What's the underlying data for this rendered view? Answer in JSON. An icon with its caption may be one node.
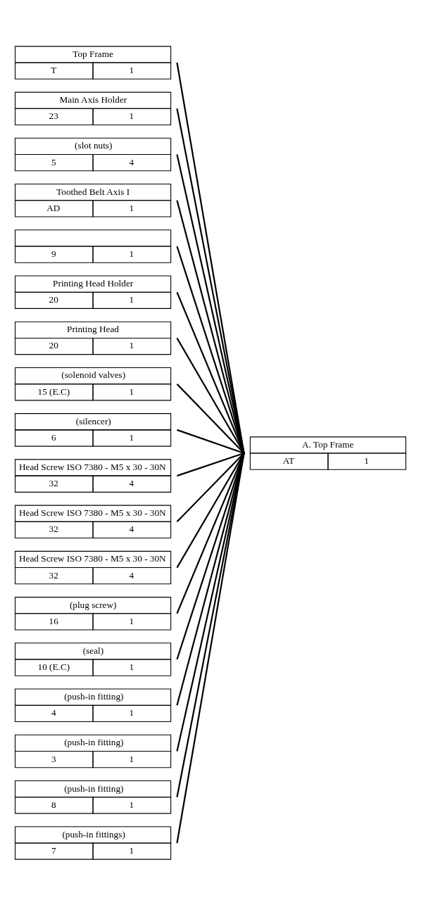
{
  "diagram": {
    "nodes": [
      {
        "text": [
          "Top Frame",
          "T",
          "1"
        ]
      },
      {
        "text": [
          "Main Axis Holder",
          "23",
          "1"
        ]
      },
      {
        "text": [
          "(slot nuts)",
          "5",
          "4"
        ]
      },
      {
        "text": [
          "Toothed Belt Axis I",
          "AD",
          "1"
        ]
      },
      {
        "text": [
          "9",
          "1"
        ]
      },
      {
        "text": [
          "Printing Head Holder",
          "20",
          "1"
        ]
      },
      {
        "text": [
          "Printing Head",
          "20",
          "1"
        ]
      },
      {
        "text": [
          "(solenoid valves)",
          "15 (E.C)",
          "1"
        ]
      },
      {
        "text": [
          "(silencer)",
          "6",
          "1"
        ]
      },
      {
        "text": [
          "Head Screw ISO 7380 - M5 x 30 - 30N",
          "32",
          "4"
        ]
      },
      {
        "text": [
          "Head Screw ISO 7380 - M5 x 30 - 30N",
          "32",
          "4"
        ]
      },
      {
        "text": [
          "Head Screw ISO 7380 - M5 x 30 - 30N",
          "32",
          "4"
        ]
      },
      {
        "text": [
          "(plug screw)",
          "16",
          "1"
        ]
      },
      {
        "text": [
          "(seal)",
          "10 (E.C)",
          "1"
        ]
      },
      {
        "text": [
          "(push-in fitting)",
          "4",
          "1"
        ]
      },
      {
        "text": [
          "(push-in fitting)",
          "3",
          "1"
        ]
      },
      {
        "text": [
          "(push-in fitting)",
          "8",
          "1"
        ]
      },
      {
        "text": [
          "(push-in fittings)",
          "7",
          "1"
        ]
      },
      {
        "text": [
          "A. Top Frame",
          "AT",
          "1"
        ]
      }
    ],
    "edges": [
      {
        "from": 0,
        "to": 18,
        "arrow": "none"
      },
      {
        "from": 1,
        "to": 18,
        "arrow": "none"
      },
      {
        "from": 2,
        "to": 18,
        "arrow": "none"
      },
      {
        "from": 3,
        "to": 18,
        "arrow": "none"
      },
      {
        "from": 4,
        "to": 18,
        "arrow": "none"
      },
      {
        "from": 5,
        "to": 18,
        "arrow": "none"
      },
      {
        "from": 6,
        "to": 18,
        "arrow": "none"
      },
      {
        "from": 7,
        "to": 18,
        "arrow": "none"
      },
      {
        "from": 8,
        "to": 18,
        "arrow": "none"
      },
      {
        "from": 9,
        "to": 18,
        "arrow": "none"
      },
      {
        "from": 10,
        "to": 18,
        "arrow": "none"
      },
      {
        "from": 11,
        "to": 18,
        "arrow": "none"
      },
      {
        "from": 12,
        "to": 18,
        "arrow": "none"
      },
      {
        "from": 13,
        "to": 18,
        "arrow": "none"
      },
      {
        "from": 14,
        "to": 18,
        "arrow": "none"
      },
      {
        "from": 15,
        "to": 18,
        "arrow": "none"
      },
      {
        "from": 16,
        "to": 18,
        "arrow": "none"
      },
      {
        "from": 17,
        "to": 18,
        "arrow": "none"
      }
    ]
  }
}
